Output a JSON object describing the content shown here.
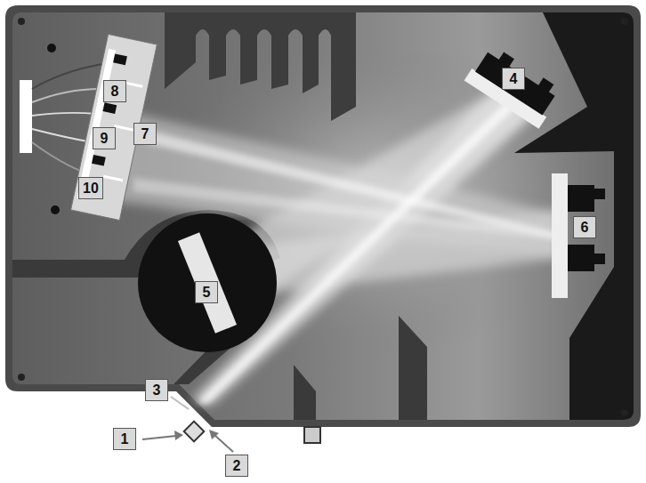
{
  "diagram": {
    "labels": [
      "4",
      "8",
      "7",
      "9",
      "6",
      "10",
      "5",
      "3",
      "1",
      "2"
    ]
  }
}
